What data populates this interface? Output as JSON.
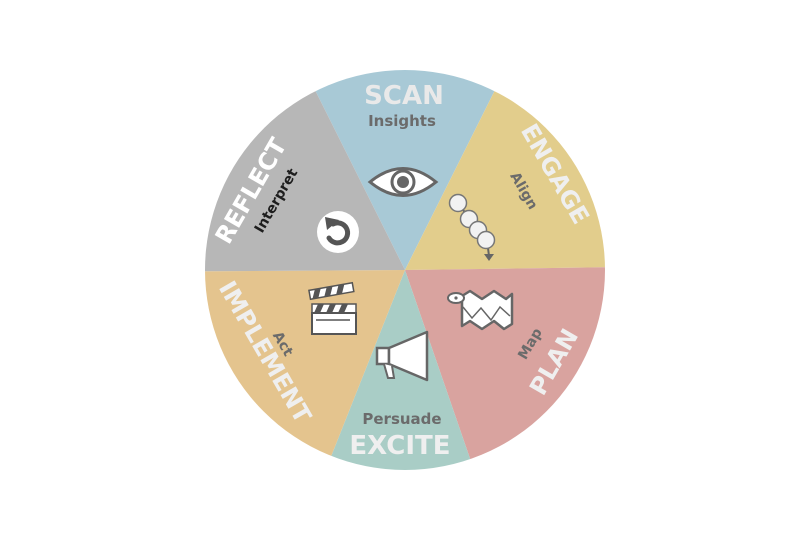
{
  "wheel": {
    "segments": [
      {
        "key": "scan",
        "title": "SCAN",
        "subtitle": "Insights",
        "color": "#a8c9d6",
        "title_color": "#e9e9e9",
        "sub_color": "#6b6b6b",
        "icon": "eye-icon"
      },
      {
        "key": "engage",
        "title": "ENGAGE",
        "subtitle": "Align",
        "color": "#e2cd8c",
        "title_color": "#efefef",
        "sub_color": "#6b6b6b",
        "icon": "connected-dots-icon"
      },
      {
        "key": "plan",
        "title": "PLAN",
        "subtitle": "Map",
        "color": "#d9a39f",
        "title_color": "#efefef",
        "sub_color": "#6b6b6b",
        "icon": "map-icon"
      },
      {
        "key": "excite",
        "title": "EXCITE",
        "subtitle": "Persuade",
        "color": "#a9cdc6",
        "title_color": "#efefef",
        "sub_color": "#6b6b6b",
        "icon": "megaphone-icon"
      },
      {
        "key": "implement",
        "title": "IMPLEMENT",
        "subtitle": "Act",
        "color": "#e4c48e",
        "title_color": "#efefef",
        "sub_color": "#6b6b6b",
        "icon": "clapperboard-icon"
      },
      {
        "key": "reflect",
        "title": "REFLECT",
        "subtitle": "Interpret",
        "color": "#b7b7b7",
        "title_color": "#ffffff",
        "sub_color": "#1e1e1e",
        "icon": "refresh-icon"
      }
    ]
  }
}
